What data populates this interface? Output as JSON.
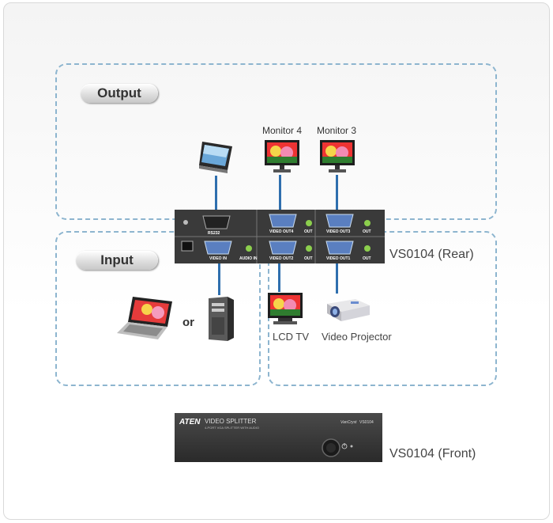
{
  "sections": {
    "output_label": "Output",
    "input_label": "Input"
  },
  "devices": {
    "monitor4": "Monitor 4",
    "monitor3": "Monitor 3",
    "lcd_tv": "LCD TV",
    "projector": "Video Projector",
    "or_text": "or"
  },
  "rear_panel": {
    "caption": "VS0104 (Rear)",
    "ports": {
      "rs232": "RS232",
      "video_out4": "VIDEO OUT4",
      "video_out3": "VIDEO OUT3",
      "video_in": "VIDEO IN",
      "audio_in": "AUDIO IN",
      "video_out2": "VIDEO OUT2",
      "video_out1": "VIDEO OUT1",
      "out": "OUT"
    }
  },
  "front_panel": {
    "caption": "VS0104 (Front)",
    "brand": "ATEN",
    "product": "VIDEO SPLITTER",
    "subtitle": "4-PORT VGA SPLITTER WITH AUDIO",
    "series": "VanCryst",
    "model": "VS0104"
  },
  "colors": {
    "wire": "#2f6fae",
    "zone_border": "#8db5cf",
    "panel": "#3a3a3a"
  }
}
